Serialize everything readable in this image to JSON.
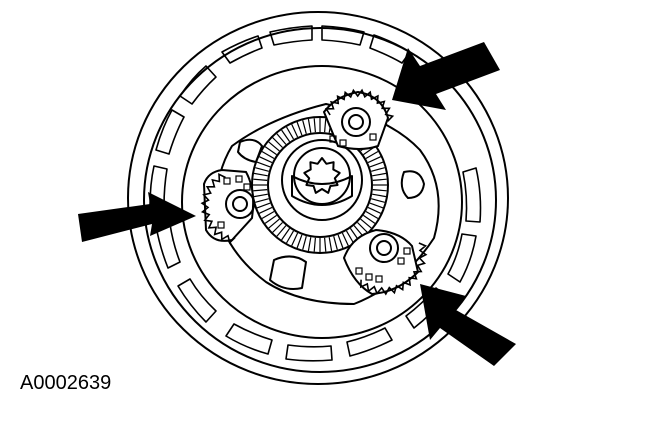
{
  "figure": {
    "reference_code": "A0002639",
    "subject": "planetary-gear-carrier",
    "pinion_gear_count": 3,
    "indicator_arrow_count": 3,
    "colors": {
      "line": "#000000",
      "background": "#ffffff",
      "arrow_fill": "#000000"
    }
  }
}
